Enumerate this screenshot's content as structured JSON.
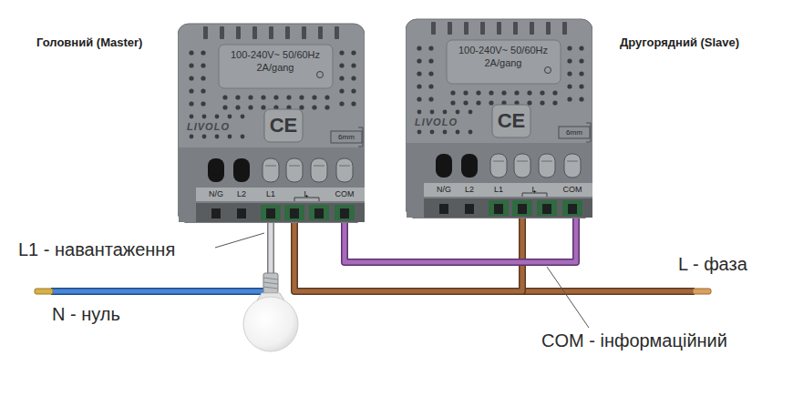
{
  "diagram": {
    "nodes": [
      {
        "text": [
          "Головний (Master)",
          "100-240V~ 50/60Hz 2A/gang",
          "LIVOLO",
          "CE",
          "6mm",
          "N/G",
          "L2",
          "L1",
          "L",
          "COM"
        ]
      },
      {
        "text": [
          "Другорядний (Slave)",
          "100-240V~ 50/60Hz 2A/gang",
          "LIVOLO",
          "CE",
          "6mm",
          "N/G",
          "L2",
          "L1",
          "L",
          "COM"
        ]
      }
    ],
    "edges": [
      {
        "from": 0,
        "to": 1,
        "arrow": "none"
      },
      {
        "from": 0,
        "to": 1,
        "arrow": "none"
      }
    ],
    "labels": [
      "L1 - навантаження",
      "N - нуль",
      "L - фаза",
      "COM - інформаційний"
    ]
  }
}
